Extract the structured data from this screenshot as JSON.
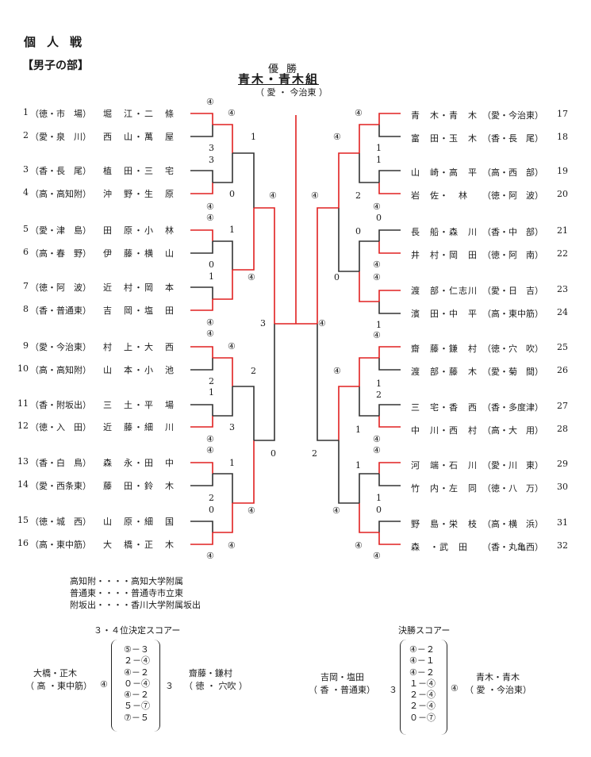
{
  "header": {
    "title": "個人戦",
    "section": "【男子の部】",
    "champion_label": "優勝",
    "champion_names": "青木・青木組",
    "champion_team": "（ 愛 ・ 今治東 ）"
  },
  "left_players": [
    {
      "num": "1",
      "team": "（徳・市　場）",
      "name": "堀　江・二　條"
    },
    {
      "num": "2",
      "team": "（愛・泉　川）",
      "name": "西　山・萬　屋"
    },
    {
      "num": "3",
      "team": "（香・長　尾）",
      "name": "植　田・三　宅"
    },
    {
      "num": "4",
      "team": "（高・高知附）",
      "name": "沖　野・生　原"
    },
    {
      "num": "5",
      "team": "（愛・津　島）",
      "name": "田　原・小　林"
    },
    {
      "num": "6",
      "team": "（高・春　野）",
      "name": "伊　藤・横　山"
    },
    {
      "num": "7",
      "team": "（徳・阿　波）",
      "name": "近　村・岡　本"
    },
    {
      "num": "8",
      "team": "（香・普通東）",
      "name": "吉　岡・塩　田"
    },
    {
      "num": "9",
      "team": "（愛・今治東）",
      "name": "村　上・大　西"
    },
    {
      "num": "10",
      "team": "（高・高知附）",
      "name": "山　本・小　池"
    },
    {
      "num": "11",
      "team": "（香・附坂出）",
      "name": "三　土・平　場"
    },
    {
      "num": "12",
      "team": "（徳・入　田）",
      "name": "近　藤・細　川"
    },
    {
      "num": "13",
      "team": "（香・白　鳥）",
      "name": "森　永・田　中"
    },
    {
      "num": "14",
      "team": "（愛・西条東）",
      "name": "藤　田・鈴　木"
    },
    {
      "num": "15",
      "team": "（徳・城　西）",
      "name": "山　原・細　国"
    },
    {
      "num": "16",
      "team": "（高・東中筋）",
      "name": "大　橋・正　木"
    }
  ],
  "right_players": [
    {
      "num": "17",
      "name": "青　木・青　木",
      "team": "（愛・今治東）"
    },
    {
      "num": "18",
      "name": "富　田・玉　木",
      "team": "（香・長　尾）"
    },
    {
      "num": "19",
      "name": "山　崎・高　平",
      "team": "（高・西　部）"
    },
    {
      "num": "20",
      "name": "岩　佐・　林",
      "team": "（徳・阿　波）"
    },
    {
      "num": "21",
      "name": "長　船・森　川",
      "team": "（香・中　部）"
    },
    {
      "num": "22",
      "name": "井　村・岡　田",
      "team": "（徳・阿　南）"
    },
    {
      "num": "23",
      "name": "渡　部・仁志川",
      "team": "（愛・日　吉）"
    },
    {
      "num": "24",
      "name": "濱　田・中　平",
      "team": "（高・東中筋）"
    },
    {
      "num": "25",
      "name": "齋　藤・鎌　村",
      "team": "（徳・穴　吹）"
    },
    {
      "num": "26",
      "name": "渡　部・藤　木",
      "team": "（愛・菊　間）"
    },
    {
      "num": "27",
      "name": "三　宅・香　西",
      "team": "（香・多度津）"
    },
    {
      "num": "28",
      "name": "中　川・西　村",
      "team": "（高・大　用）"
    },
    {
      "num": "29",
      "name": "河　端・石　川",
      "team": "（愛・川　東）"
    },
    {
      "num": "30",
      "name": "竹　内・左　同",
      "team": "（徳・八　万）"
    },
    {
      "num": "31",
      "name": "野　島・栄　枝",
      "team": "（高・横　浜）"
    },
    {
      "num": "32",
      "name": "森　・武　田",
      "team": "（香・丸亀西）"
    }
  ],
  "left_r1_scores": [
    "④",
    "3",
    "3",
    "④",
    "④",
    "0",
    "1",
    "④",
    "④",
    "2",
    "1",
    "④",
    "④",
    "2",
    "0",
    "④"
  ],
  "left_r2_scores": [
    "④",
    "1",
    "0",
    "④",
    "1",
    "④",
    "④",
    "2",
    "3",
    "④",
    "1",
    "④",
    "④"
  ],
  "left_r3_scores": [
    "④",
    "3",
    "0"
  ],
  "right_r1_scores": [
    "④",
    "1",
    "1",
    "④",
    "④",
    "0",
    "④",
    "1",
    "④",
    "1",
    "2",
    "④",
    "④",
    "1",
    "0",
    "④"
  ],
  "right_r2_scores": [
    "④",
    "2",
    "0",
    "④",
    "0",
    "④",
    "④",
    "1",
    "1",
    "④"
  ],
  "right_r3_scores": [
    "④",
    "④",
    "2"
  ],
  "legend": [
    "高知附・・・・高知大学附属",
    "普通東・・・・普通寺市立東",
    "附坂出・・・・香川大学附属坂出"
  ],
  "third_place": {
    "heading": "３・４位決定スコアー",
    "left_name": "大橋・正木",
    "left_team": "（ 高 ・東中筋）",
    "left_score": "④",
    "games": [
      "⑤－３",
      "２－④",
      "④－２",
      "０－④",
      "④－２",
      "５－⑦",
      "⑦－５"
    ],
    "right_score": "３",
    "right_name": "齋藤・鎌村",
    "right_team": "（ 徳 ・ 穴吹 ）"
  },
  "final": {
    "heading": "決勝スコアー",
    "left_name": "吉岡・塩田",
    "left_team": "（ 香 ・普通東）",
    "left_score": "３",
    "games": [
      "④－２",
      "④－１",
      "④－２",
      "１－④",
      "２－④",
      "２－④",
      "０－⑦"
    ],
    "right_score": "④",
    "right_name": "青木・青木",
    "right_team": "（ 愛 ・今治東）"
  },
  "colors": {
    "winner_line": "#e02020",
    "loser_line": "#333333"
  }
}
